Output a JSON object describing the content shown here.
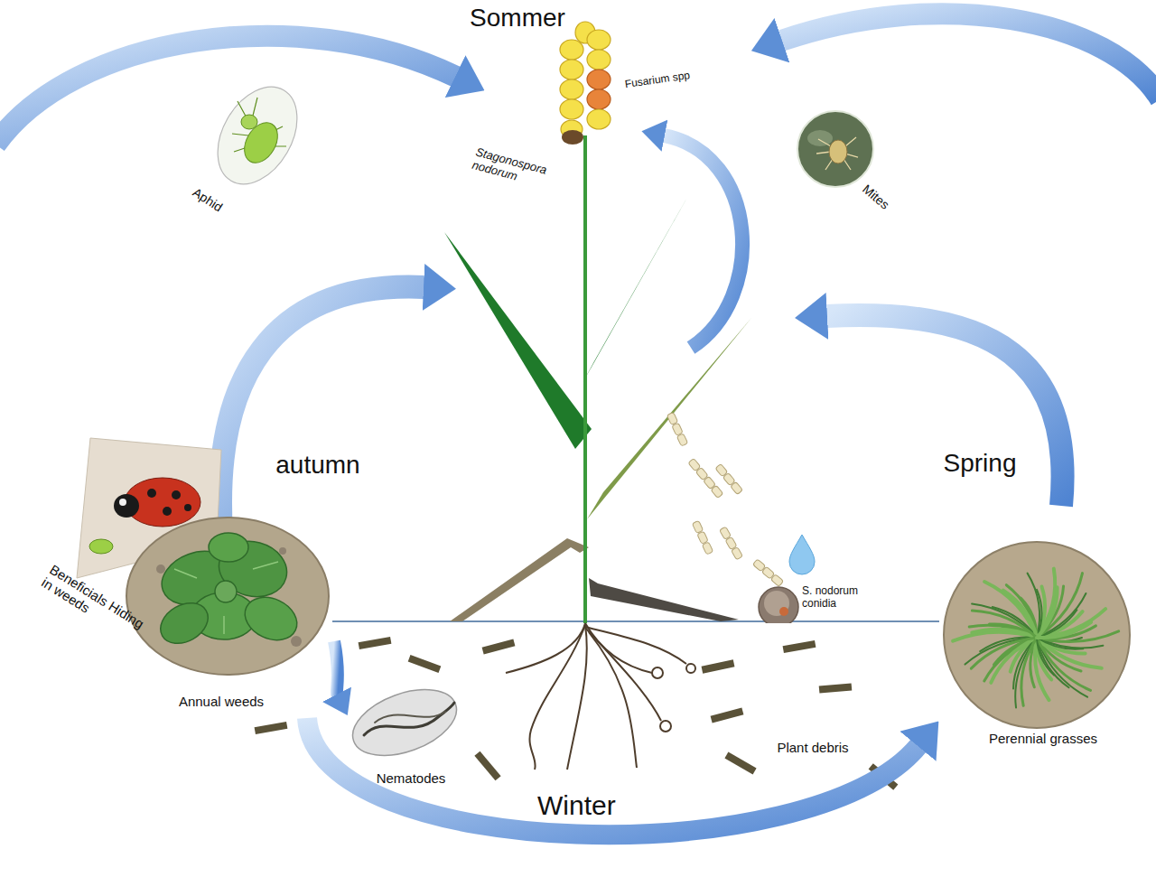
{
  "diagram": {
    "nodes": [
      {
        "text": [
          "Aphid"
        ]
      },
      {
        "text": [
          "Mites"
        ]
      },
      {
        "text": [
          "Annual weeds"
        ]
      },
      {
        "text": [
          "S. nodorum conidia"
        ]
      },
      {
        "text": [
          "Perennial grasses"
        ]
      },
      {
        "text": [
          "Nematodes"
        ]
      }
    ],
    "edges": [
      {
        "from": 2,
        "to": 5,
        "arrow": "to"
      },
      {
        "from": 2,
        "to": 4,
        "label": "Winter",
        "arrow": "to"
      }
    ],
    "labels": [
      "Sommer",
      "Fusarium spp",
      "Stagonospora nodorum",
      "autumn",
      "Spring",
      "Beneficials Hiding in weeds",
      "Plant debris"
    ]
  }
}
